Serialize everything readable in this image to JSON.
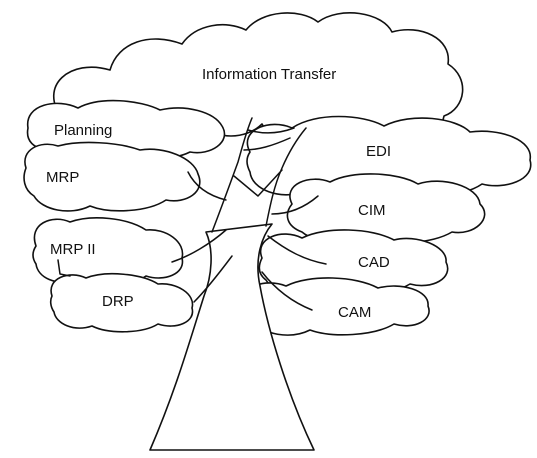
{
  "diagram": {
    "labels": {
      "information_transfer": "Information Transfer",
      "planning": "Planning",
      "edi": "EDI",
      "mrp": "MRP",
      "cim": "CIM",
      "mrp_ii": "MRP II",
      "cad": "CAD",
      "drp": "DRP",
      "cam": "CAM"
    }
  }
}
